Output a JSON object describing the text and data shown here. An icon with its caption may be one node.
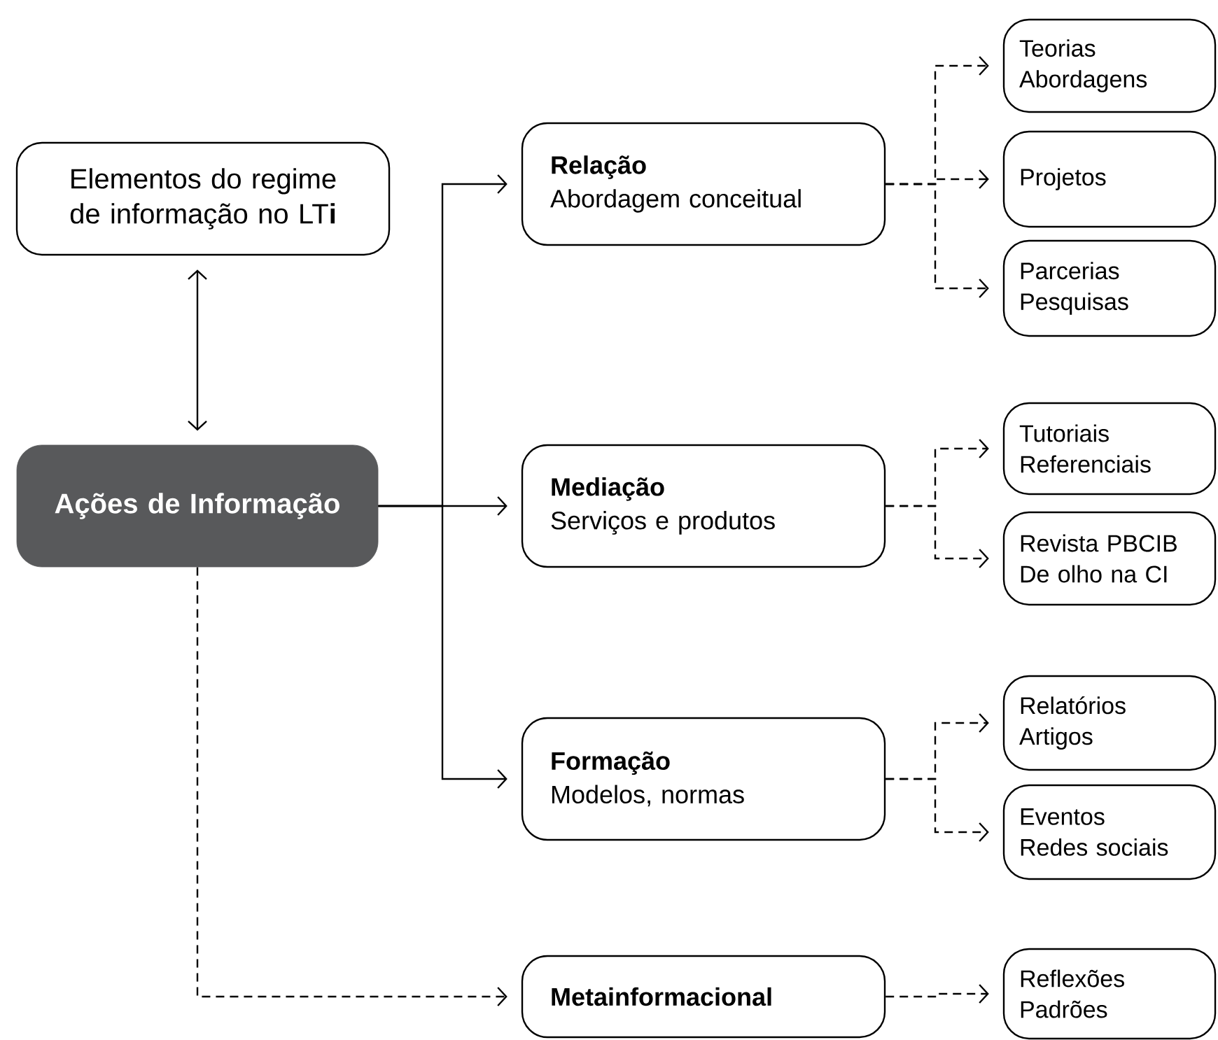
{
  "diagram": {
    "nodes": [
      {
        "text": [
          "Elementos do regime de informação no LT**i**"
        ]
      },
      {
        "text": [
          "Ações de Informação"
        ]
      },
      {
        "text": [
          "Relação",
          "Abordagem conceitual"
        ]
      },
      {
        "text": [
          "Mediação",
          "Serviços e produtos"
        ]
      },
      {
        "text": [
          "Formação",
          "Modelos, normas"
        ]
      },
      {
        "text": [
          "Metainformacional"
        ]
      },
      {
        "text": [
          "Teorias",
          "Abordagens"
        ]
      },
      {
        "text": [
          "Projetos"
        ]
      },
      {
        "text": [
          "Parcerias",
          "Pesquisas"
        ]
      },
      {
        "text": [
          "Tutoriais",
          "Referenciais"
        ]
      },
      {
        "text": [
          "Revista PBCIB",
          "De olho na CI"
        ]
      },
      {
        "text": [
          "Relatórios",
          "Artigos"
        ]
      },
      {
        "text": [
          "Eventos",
          "Redes sociais"
        ]
      },
      {
        "text": [
          "Reflexões",
          "Padrões"
        ]
      }
    ],
    "edges": [
      {
        "from": 0,
        "to": 1,
        "arrow": "both"
      },
      {
        "from": 1,
        "to": 2,
        "arrow": "to"
      },
      {
        "from": 1,
        "to": 3,
        "arrow": "to"
      },
      {
        "from": 1,
        "to": 4,
        "arrow": "to"
      },
      {
        "from": 1,
        "to": 5,
        "arrow": "to",
        "style": "dashed"
      },
      {
        "from": 2,
        "to": 6,
        "arrow": "to",
        "style": "dashed"
      },
      {
        "from": 2,
        "to": 7,
        "arrow": "to",
        "style": "dashed"
      },
      {
        "from": 2,
        "to": 8,
        "arrow": "to",
        "style": "dashed"
      },
      {
        "from": 3,
        "to": 9,
        "arrow": "to",
        "style": "dashed"
      },
      {
        "from": 3,
        "to": 10,
        "arrow": "to",
        "style": "dashed"
      },
      {
        "from": 4,
        "to": 11,
        "arrow": "to",
        "style": "dashed"
      },
      {
        "from": 4,
        "to": 12,
        "arrow": "to",
        "style": "dashed"
      },
      {
        "from": 5,
        "to": 13,
        "arrow": "to",
        "style": "dashed"
      }
    ]
  }
}
